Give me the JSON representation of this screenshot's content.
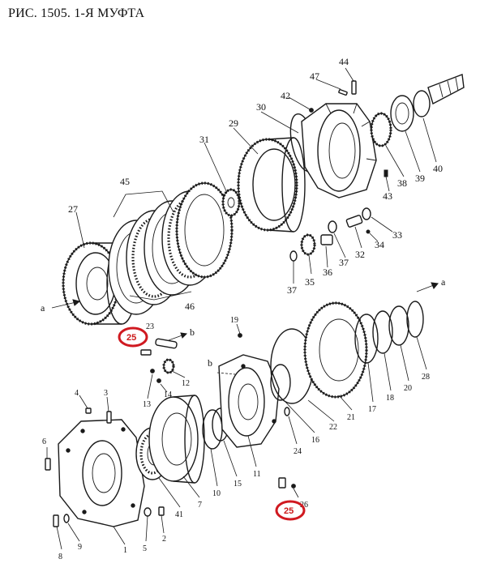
{
  "title": "РИС. 1505. 1-Я МУФТА",
  "part_labels": {
    "p1": "1",
    "p2": "2",
    "p3": "3",
    "p4": "4",
    "p5": "5",
    "p6": "6",
    "p7": "7",
    "p8": "8",
    "p9": "9",
    "p10": "10",
    "p11": "11",
    "p12": "12",
    "p13": "13",
    "p14": "14",
    "p15": "15",
    "p16": "16",
    "p17": "17",
    "p18": "18",
    "p19": "19",
    "p20": "20",
    "p21": "21",
    "p22": "22",
    "p23": "23",
    "p24": "24",
    "p26": "26",
    "p27": "27",
    "p28": "28",
    "p29": "29",
    "p30": "30",
    "p31": "31",
    "p32": "32",
    "p33": "33",
    "p34": "34",
    "p35": "35",
    "p36": "36",
    "p37a": "37",
    "p37b": "37",
    "p38": "38",
    "p39": "39",
    "p40": "40",
    "p41": "41",
    "p42": "42",
    "p43": "43",
    "p44": "44",
    "p45": "45",
    "p46": "46",
    "p47": "47"
  },
  "ref_labels": {
    "a_left": "a",
    "a_right": "a",
    "b_top": "b",
    "b_mid": "b"
  },
  "highlights": {
    "h1": "25",
    "h2": "25"
  },
  "colors": {
    "highlight": "#d01920",
    "ink": "#1a1a1a"
  }
}
